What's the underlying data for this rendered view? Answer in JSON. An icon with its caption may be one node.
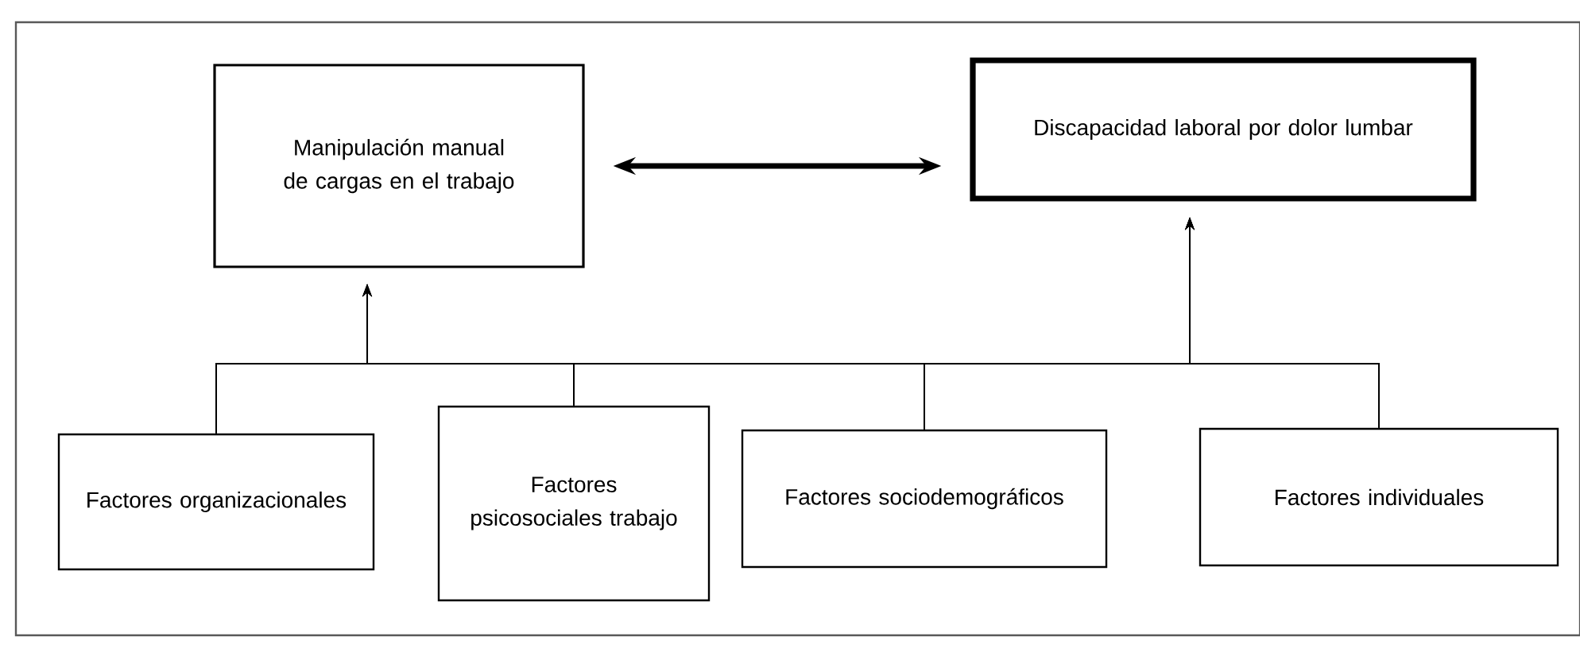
{
  "diagram": {
    "nodes": [
      {
        "text": [
          "Manipulación manual de cargas en el trabajo"
        ]
      },
      {
        "text": [
          "Discapacidad laboral por dolor lumbar"
        ]
      },
      {
        "text": [
          "Factores organizacionales"
        ]
      },
      {
        "text": [
          "Factores psicosociales trabajo"
        ]
      },
      {
        "text": [
          "Factores sociodemográficos"
        ]
      },
      {
        "text": [
          "Factores individuales"
        ]
      }
    ],
    "edges": [
      {
        "from": 0,
        "to": 1,
        "arrow": "both",
        "style": "thick"
      },
      {
        "from": 2,
        "to": 0,
        "arrow": "to"
      },
      {
        "from": 3,
        "to": 0,
        "arrow": "to"
      },
      {
        "from": 4,
        "to": 0,
        "arrow": "to"
      },
      {
        "from": 5,
        "to": 0,
        "arrow": "to"
      },
      {
        "from": 2,
        "to": 1,
        "arrow": "to"
      },
      {
        "from": 3,
        "to": 1,
        "arrow": "to"
      },
      {
        "from": 4,
        "to": 1,
        "arrow": "to"
      },
      {
        "from": 5,
        "to": 1,
        "arrow": "to"
      }
    ]
  }
}
